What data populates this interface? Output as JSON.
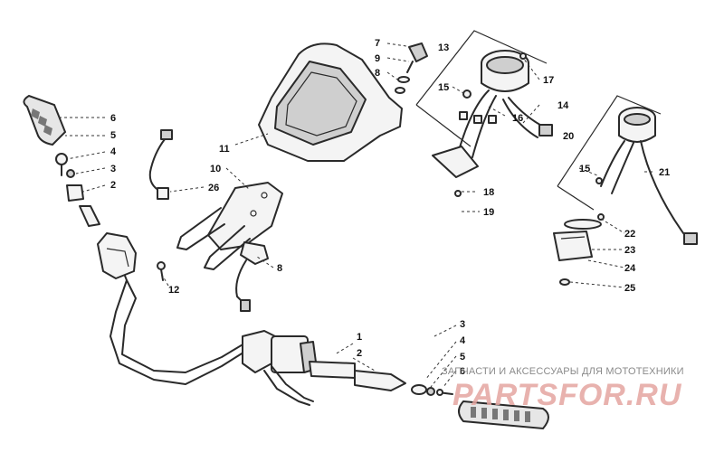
{
  "callouts": {
    "c1": "1",
    "c2": "2",
    "c3": "3",
    "c4": "4",
    "c5": "5",
    "c6": "6",
    "c7": "7",
    "c8": "8",
    "c9": "9",
    "c10": "10",
    "c11": "11",
    "c12": "12",
    "c13": "13",
    "c14": "14",
    "c15": "15",
    "c16": "16",
    "c17": "17",
    "c18": "18",
    "c19": "19",
    "c20": "20",
    "c21": "21",
    "c22": "22",
    "c23": "23",
    "c24": "24",
    "c25": "25",
    "c26": "26"
  },
  "watermark": {
    "caption": "ЗАПЧАСТИ И АКСЕССУАРЫ ДЛЯ МОТОТЕХНИКИ",
    "logo": "PARTSFOR.RU",
    "logo_color": "#e4a4a0"
  }
}
